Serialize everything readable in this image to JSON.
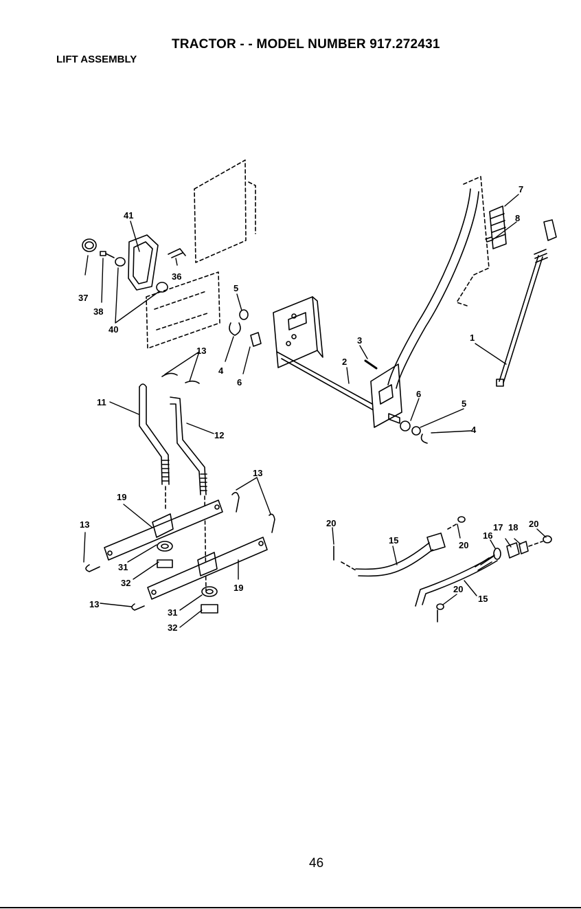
{
  "header": {
    "title": "TRACTOR - - MODEL NUMBER 917.272431",
    "section": "LIFT ASSEMBLY"
  },
  "footer": {
    "page_number": "46"
  },
  "callouts": [
    "41",
    "37",
    "38",
    "40",
    "36",
    "5",
    "4",
    "6",
    "13",
    "11",
    "12",
    "3",
    "2",
    "7",
    "8",
    "1",
    "6",
    "5",
    "4",
    "13",
    "19",
    "13",
    "31",
    "32",
    "19",
    "13",
    "31",
    "32",
    "20",
    "15",
    "20",
    "16",
    "17",
    "18",
    "20",
    "20",
    "15"
  ]
}
